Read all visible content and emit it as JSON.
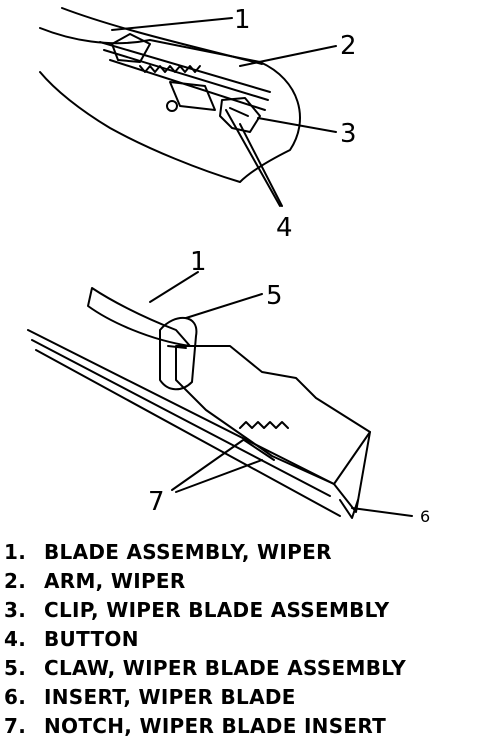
{
  "callouts": {
    "top_1": "1",
    "top_2": "2",
    "top_3": "3",
    "top_4": "4",
    "bottom_1": "1",
    "bottom_5": "5",
    "bottom_7": "7",
    "bottom_6": "6"
  },
  "legend": [
    {
      "num": "1.",
      "text": "BLADE ASSEMBLY, WIPER"
    },
    {
      "num": "2.",
      "text": "ARM, WIPER"
    },
    {
      "num": "3.",
      "text": "CLIP, WIPER BLADE ASSEMBLY"
    },
    {
      "num": "4.",
      "text": "BUTTON"
    },
    {
      "num": "5.",
      "text": "CLAW, WIPER BLADE ASSEMBLY"
    },
    {
      "num": "6.",
      "text": "INSERT, WIPER BLADE"
    },
    {
      "num": "7.",
      "text": "NOTCH, WIPER BLADE INSERT"
    }
  ]
}
